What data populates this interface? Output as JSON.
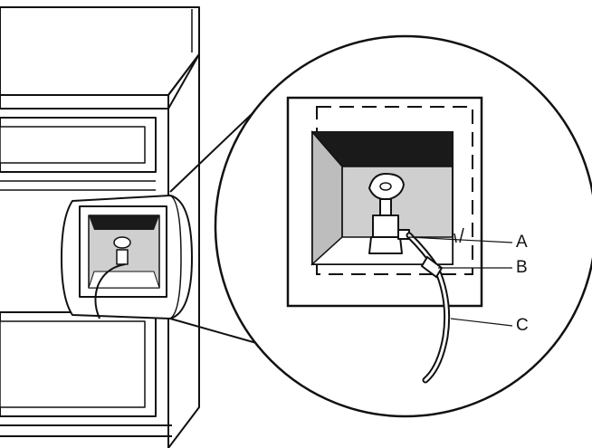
{
  "callouts": {
    "a": {
      "letter": "A"
    },
    "b": {
      "letter": "B"
    },
    "c": {
      "letter": "C"
    }
  },
  "colors": {
    "line": "#111111",
    "recess_gray": "#cfcfcf",
    "recess_dark": "#1a1a1a",
    "background": "#ffffff"
  }
}
